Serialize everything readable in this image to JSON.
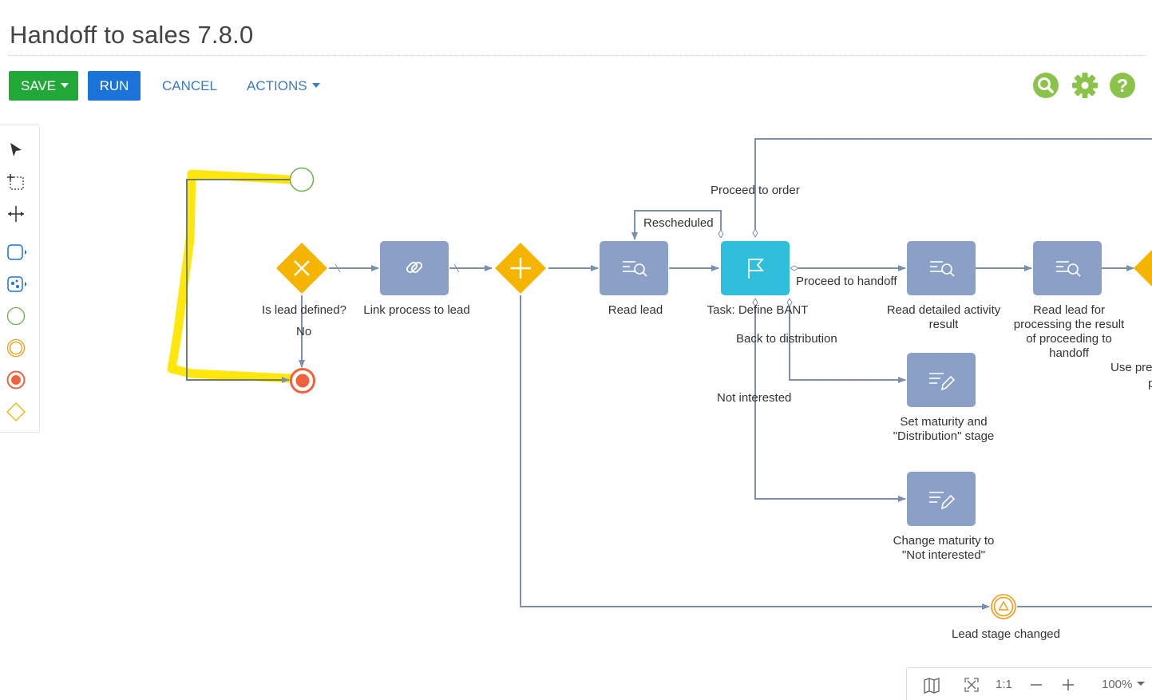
{
  "page": {
    "title": "Handoff to sales 7.8.0"
  },
  "toolbar": {
    "save_label": "SAVE",
    "run_label": "RUN",
    "cancel_label": "CANCEL",
    "actions_label": "ACTIONS"
  },
  "icons": {
    "search": "search-icon",
    "settings": "gear-icon",
    "help": "help-icon"
  },
  "colors": {
    "save": "#21a838",
    "run": "#1a73d9",
    "task": "#8aa0c6",
    "active_task": "#2fbedb",
    "gateway": "#f4b400",
    "tool_icons": "#8bc34a",
    "highlight": "#ffe600"
  },
  "diagram": {
    "gateways": {
      "is_lead_defined": "Is lead defined?"
    },
    "tasks": {
      "link_process": "Link process to lead",
      "read_lead": "Read lead",
      "define_bant": "Task: Define BANT",
      "read_detailed_1": "Read detailed activity",
      "read_detailed_2": "result",
      "read_for_processing_1": "Read lead for",
      "read_for_processing_2": "processing the result",
      "read_for_processing_3": "of proceeding to",
      "read_for_processing_4": "handoff",
      "set_maturity_1": "Set maturity and",
      "set_maturity_2": "\"Distribution\" stage",
      "change_maturity_1": "Change maturity to",
      "change_maturity_2": "\"Not interested\"",
      "partial_1": "Use pre",
      "partial_2": "p"
    },
    "events": {
      "lead_stage_changed": "Lead stage changed"
    },
    "flows": {
      "no": "No",
      "rescheduled": "Rescheduled",
      "proceed_to_order": "Proceed to order",
      "proceed_to_handoff": "Proceed to handoff",
      "back_to_distribution": "Back to distribution",
      "not_interested": "Not interested"
    }
  },
  "zoom": {
    "ratio_label": "1:1",
    "level": "100%"
  }
}
